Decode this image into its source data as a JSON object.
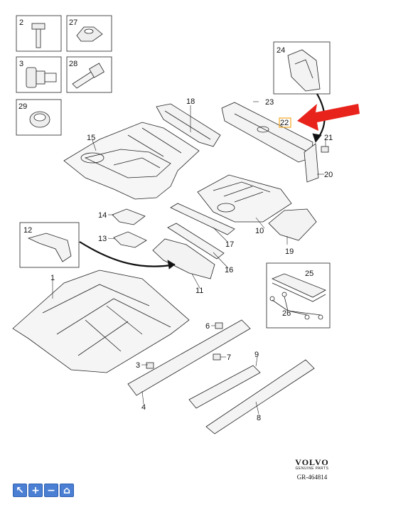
{
  "insets": {
    "i2": "2",
    "i27": "27",
    "i3": "3",
    "i28": "28",
    "i29": "29",
    "i24": "24",
    "i12": "12",
    "i25": "25",
    "i26": "26"
  },
  "callouts": {
    "c1": "1",
    "c3": "3",
    "c4": "4",
    "c6": "6",
    "c7": "7",
    "c8": "8",
    "c9": "9",
    "c10": "10",
    "c11": "11",
    "c13": "13",
    "c14": "14",
    "c15": "15",
    "c16": "16",
    "c17": "17",
    "c18": "18",
    "c19": "19",
    "c20": "20",
    "c21": "21",
    "c22": "22",
    "c23": "23"
  },
  "brand": {
    "name": "VOLVO",
    "sub": "GENUINE PARTS",
    "ref": "GR-464814"
  },
  "colors": {
    "arrow": "#e8231c",
    "highlight": "#f5a623",
    "toolbar": "#4a7fd4"
  },
  "toolbar": {
    "buttons": [
      {
        "name": "select-icon",
        "glyph": "↖"
      },
      {
        "name": "zoom-in-icon",
        "glyph": "+"
      },
      {
        "name": "zoom-out-icon",
        "glyph": "−"
      },
      {
        "name": "home-icon",
        "glyph": "⌂"
      }
    ]
  }
}
